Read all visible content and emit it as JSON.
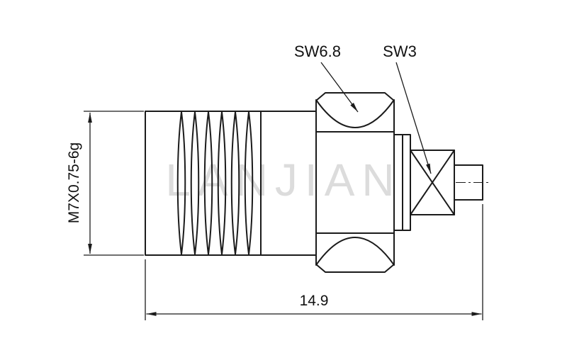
{
  "drawing": {
    "watermark": "LANJIAN",
    "thread_dimension": {
      "label": "M7X0.75-6g"
    },
    "length_dimension": {
      "label": "14.9"
    },
    "leaders": {
      "hex_large": "SW6.8",
      "hex_small": "SW3"
    },
    "colors": {
      "line": "#1b1b1b",
      "watermark": "#d9d9d9",
      "background": "#ffffff"
    }
  }
}
